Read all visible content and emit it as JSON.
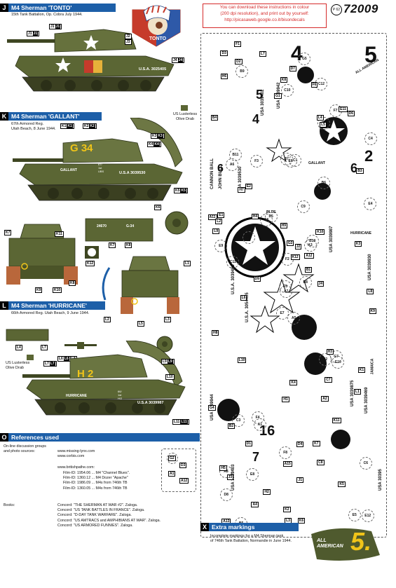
{
  "sections": {
    "j": {
      "letter": "J",
      "title": "M4 Sherman 'TONTO'",
      "subtitle": "15th Tank Battalion, Op. Cobra July 1944.",
      "serial": "U.S.A. 3025405",
      "emblem_text": "TONTO",
      "swatch_label": [
        "US Lusterless",
        "Olive Drab"
      ],
      "tags": [
        "J1",
        "J1",
        "J1",
        "J2",
        "J2",
        "J3",
        "J4",
        "J4"
      ]
    },
    "k": {
      "letter": "K",
      "title": "M4 Sherman 'GALLANT'",
      "subtitle": [
        "67th Armored Reg.",
        "Utah Beach, 8 June 1944."
      ],
      "hull_code": "G 34",
      "name": "GALLANT",
      "serial": "U.S.A 3039530",
      "side_markings": [
        "67/",
        "1st",
        "UBS"
      ],
      "tags": [
        "K1",
        "K1",
        "K2",
        "K2",
        "K3",
        "K3",
        "K4",
        "K4",
        "K5",
        "K5",
        "K6",
        "K7",
        "K8",
        "K9",
        "K10",
        "K11",
        "K12"
      ],
      "rear_labels": [
        "24670",
        "G-34"
      ]
    },
    "l": {
      "letter": "L",
      "title": "M4 Sherman 'HURRICANE'",
      "subtitle": "66th Armored Reg. Utah Beach, 9 June 1944.",
      "hull_code": "H 2",
      "name": "HURRICANE",
      "serial": "U.S.A 3039987",
      "side_markings": [
        "66/",
        "1st",
        "H/2"
      ],
      "swatch_label": [
        "US Lusterless",
        "Olive Drab"
      ],
      "tags": [
        "L1",
        "L2",
        "L3",
        "L4",
        "L5",
        "L6",
        "L6",
        "L7",
        "L7",
        "L8",
        "L9",
        "L9",
        "L10",
        "L11",
        "L11"
      ]
    }
  },
  "header": {
    "notice": [
      "You can download these instructions in colour",
      "(200 dpi resolution), and print out by yourself:",
      "http://picasaweb.google.co.it/bisondecals"
    ],
    "sheet_badge": "P 62",
    "product_number": "72009"
  },
  "references": {
    "letter": "O",
    "title": "References used",
    "intro": [
      "On-line discussion groups",
      "and photo sources:"
    ],
    "web": [
      "www.missing-lynx.com",
      "www.corbis.com"
    ],
    "pathe": "www.britishpathe.com:",
    "films": [
      {
        "id": "Film-ID: 1954.06 ...",
        "desc": "M4 \"Channel Blues\"."
      },
      {
        "id": "Film-ID: 1360.12 ...",
        "desc": "M4 Dozer \"Apache\""
      },
      {
        "id": "Film-ID: 1986.09 ...",
        "desc": "M4s from 746th TB"
      },
      {
        "id": "Film-ID: 1360.05 ...",
        "desc": "M4s from 746th TB"
      }
    ],
    "books_label": "Books:",
    "books": [
      "Concord: \"THE SHERMAN AT WAR #2\". Zaloga.",
      "Concord: \"US TANK BATTLES IN FRANCE\". Zaloga.",
      "Concord: \"D-DAY TANK WARFARE\". Zaloga.",
      "Concord: \"US AMTRACS and AMPHIBIANS AT WAR\". Zaloga.",
      "Concord: \"US ARMORED FUNNIES\". Zaloga."
    ]
  },
  "mini_decals": [
    "G2",
    "D3",
    "A1",
    "A12"
  ],
  "extra": {
    "letter": "X",
    "title": "Extra markings",
    "text": [
      "Incomplete markings for a M4 Sherman tank",
      "of 746th Tank Battalion, Normandie in June 1944."
    ],
    "logo_small": [
      "ALL",
      "AMERICAN"
    ],
    "logo_number": "5."
  },
  "decal_sheet": {
    "big_numbers": [
      "4",
      "5",
      "5",
      "4",
      "2",
      "6",
      "6",
      "7",
      "16"
    ],
    "circle_labels": [
      "A5",
      "A6",
      "A7",
      "A8",
      "A3",
      "A1",
      "C12",
      "C1",
      "E3",
      "B8",
      "B9",
      "E12",
      "C11",
      "C4",
      "E7",
      "B6",
      "B5",
      "B7",
      "C9",
      "C3",
      "D5",
      "D8",
      "E8",
      "E6",
      "B10",
      "E10",
      "B11",
      "C10",
      "E9",
      "C2",
      "E4",
      "F5",
      "F8",
      "F2",
      "F3",
      "F7",
      "F4",
      "E5",
      "C6",
      "G7",
      "G5",
      "G6",
      "G3"
    ],
    "serial_strips": [
      "USA 3039403",
      "USA 3039402",
      "USA 3039942",
      "USA 3039944",
      "U.S.A. 3039469",
      "USA 3039875",
      "USA 3039469",
      "USA 3039987",
      "USA 3039930",
      "USA 3039530",
      "USA 30395",
      "U.S.A. 3054405",
      "CANNON BALL",
      "JOHN BULL",
      "BLUE",
      "GALLANT",
      "HURRICANE",
      "ALL AMERICAN",
      "JAMAICA"
    ],
    "tags": [
      "A2",
      "A4",
      "A11",
      "A12",
      "A13",
      "A15",
      "B1",
      "B2",
      "B3",
      "B4",
      "C7",
      "C8",
      "D1",
      "D2",
      "D3",
      "D4",
      "D6",
      "D7",
      "D9",
      "E1",
      "E2",
      "E11",
      "F1",
      "F6",
      "G1",
      "G2",
      "G4",
      "H1",
      "H2",
      "H3",
      "H4",
      "H5",
      "H6",
      "H7",
      "H8",
      "H9",
      "J1",
      "J2",
      "J3",
      "J4",
      "K1",
      "K2",
      "K3",
      "K4",
      "K5",
      "K6",
      "K7",
      "K8",
      "K9",
      "K10",
      "K11",
      "K12",
      "L1",
      "L2",
      "L3",
      "L4",
      "L5",
      "L6",
      "L7",
      "L8",
      "L9",
      "L10"
    ]
  },
  "colors": {
    "olive": "#5b6634",
    "olive_dark": "#3e4622",
    "band_blue": "#1d5fa8",
    "red_notice": "#d52b2b",
    "rust": "#b9673b"
  }
}
